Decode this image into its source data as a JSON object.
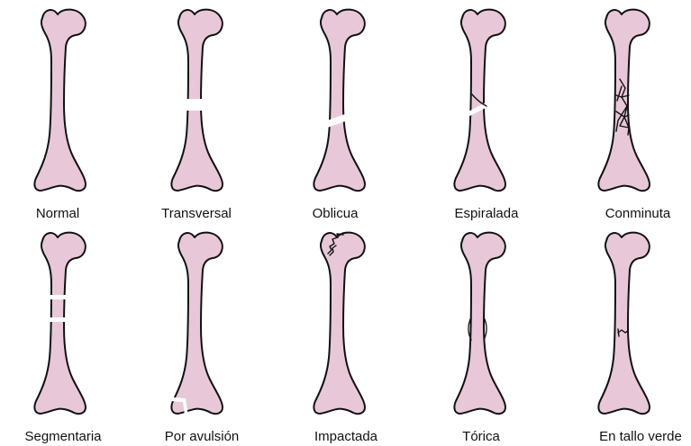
{
  "colors": {
    "bone_fill": "#e8c8d8",
    "outline": "#111111",
    "background": "#ffffff"
  },
  "fracture_types": [
    {
      "label": "Normal"
    },
    {
      "label": "Transversal"
    },
    {
      "label": "Oblicua"
    },
    {
      "label": "Espiralada"
    },
    {
      "label": "Conminuta"
    },
    {
      "label": "Segmentaria"
    },
    {
      "label": "Por avulsión"
    },
    {
      "label": "Impactada"
    },
    {
      "label": "Tórica"
    },
    {
      "label": "En tallo verde"
    }
  ]
}
